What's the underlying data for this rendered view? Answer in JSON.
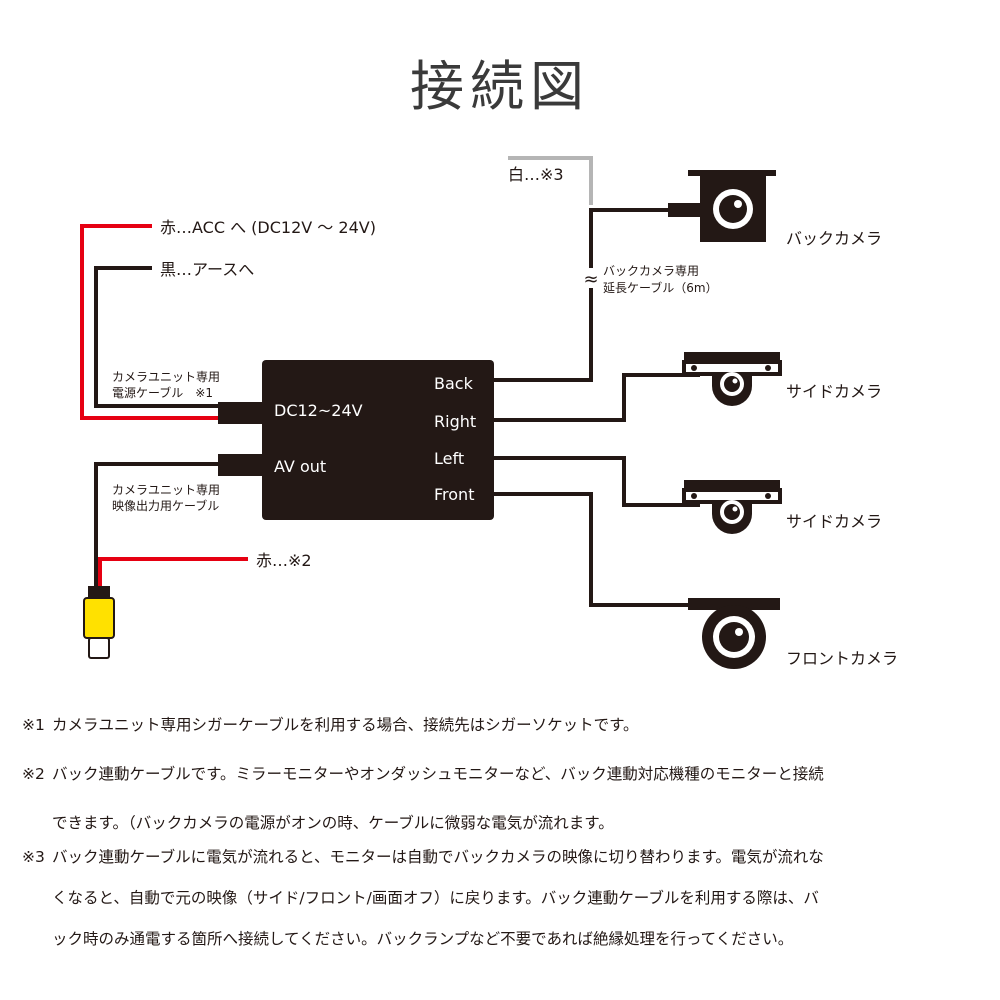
{
  "title": "接続図",
  "colors": {
    "red": "#e60012",
    "black": "#231815",
    "gray": "#b5b5b5",
    "yellow": "#ffe100",
    "box": "#231815"
  },
  "unit": {
    "power_label": "DC12~24V",
    "av_label": "AV out",
    "ports": [
      "Back",
      "Right",
      "Left",
      "Front"
    ]
  },
  "wires": {
    "red_label": "赤…ACC へ (DC12V 〜 24V)",
    "black_label": "黒…アースへ",
    "power_cable_label_1": "カメラユニット専用",
    "power_cable_label_2": "電源ケーブル　※1",
    "video_cable_label_1": "カメラユニット専用",
    "video_cable_label_2": "映像出力用ケーブル",
    "red2_label": "赤…※2",
    "white_label": "白…※3",
    "approx_symbol": "≈",
    "extension_label_1": "バックカメラ専用",
    "extension_label_2": "延長ケーブル（6m）"
  },
  "cameras": {
    "back": "バックカメラ",
    "side1": "サイドカメラ",
    "side2": "サイドカメラ",
    "front": "フロントカメラ"
  },
  "notes": [
    {
      "mark": "※1",
      "lines": [
        "カメラユニット専用シガーケーブルを利用する場合、接続先はシガーソケットです。"
      ]
    },
    {
      "mark": "※2",
      "lines": [
        "バック連動ケーブルです。ミラーモニターやオンダッシュモニターなど、バック連動対応機種のモニターと接続",
        "できます。（バックカメラの電源がオンの時、ケーブルに微弱な電気が流れます。"
      ]
    },
    {
      "mark": "※3",
      "lines": [
        "バック連動ケーブルに電気が流れると、モニターは自動でバックカメラの映像に切り替わります。電気が流れな",
        "くなると、自動で元の映像（サイド/フロント/画面オフ）に戻ります。バック連動ケーブルを利用する際は、バ",
        "ック時のみ通電する箇所へ接続してください。バックランプなど不要であれば絶縁処理を行ってください。"
      ]
    }
  ]
}
